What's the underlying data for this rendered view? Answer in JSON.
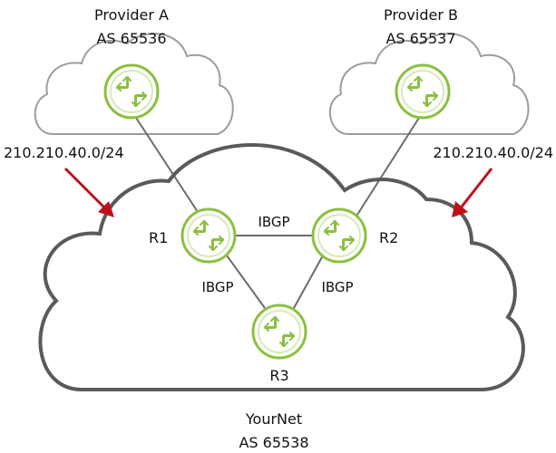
{
  "providers": [
    {
      "name": "Provider A",
      "as": "AS 65536",
      "prefix": "210.210.40.0/24"
    },
    {
      "name": "Provider B",
      "as": "AS 65537",
      "prefix": "210.210.40.0/24"
    }
  ],
  "network": {
    "name": "YourNet",
    "as": "AS 65538"
  },
  "routers": [
    {
      "label": "R1"
    },
    {
      "label": "R2"
    },
    {
      "label": "R3"
    }
  ],
  "links": [
    {
      "label": "IBGP"
    },
    {
      "label": "IBGP"
    },
    {
      "label": "IBGP"
    }
  ],
  "colors": {
    "router": "#8cbf3f",
    "arrow": "#c0111a",
    "cloud_outline": "#5a5a5a",
    "provider_cloud_outline": "#9c9c9c",
    "link": "#6b6b6b"
  },
  "icons": [
    "router-icon",
    "arrow-icon",
    "cloud-icon"
  ]
}
